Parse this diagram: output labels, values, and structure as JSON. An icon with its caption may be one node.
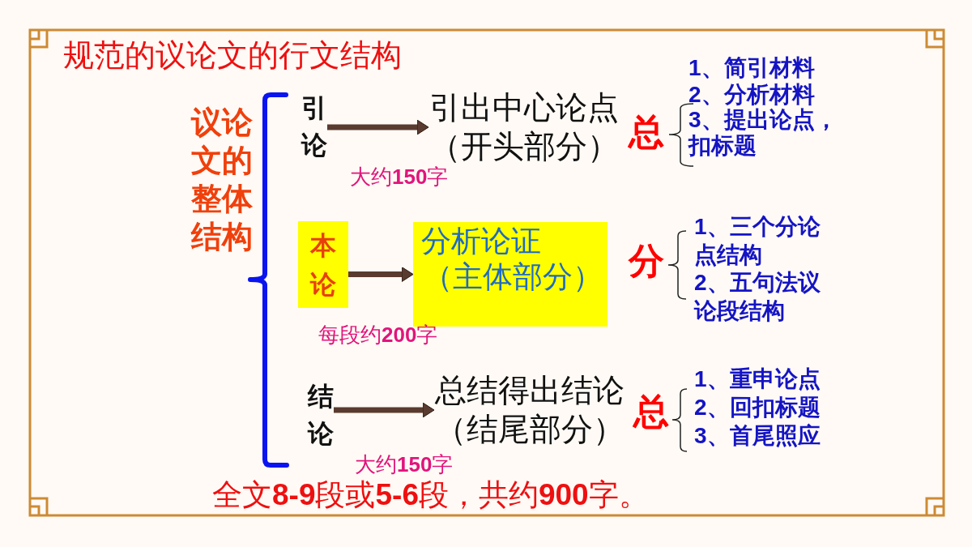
{
  "diagram": {
    "title": "规范的议论文的行文结构",
    "caption": "全文**8-9**段或**5-6**段，共约**900**字。",
    "nodes": [
      {
        "text": [
          "引论"
        ]
      },
      {
        "text": [
          "引出中心论点",
          "（开头部分）"
        ]
      },
      {
        "text": [
          "本论"
        ]
      },
      {
        "text": [
          "分析论证",
          "（主体部分）"
        ]
      },
      {
        "text": [
          "结论"
        ]
      },
      {
        "text": [
          "总结得出结论",
          "（结尾部分）"
        ]
      }
    ],
    "edges": [
      {
        "from": 0,
        "to": 1,
        "arrow": "to"
      },
      {
        "from": 2,
        "to": 3,
        "arrow": "to"
      },
      {
        "from": 4,
        "to": 5,
        "arrow": "to"
      }
    ],
    "labels": [
      "议论文的整体结构",
      "1、简引材料",
      "2、分析材料",
      "3、提出论点，扣标题",
      "总",
      "大约**150**字",
      "分",
      "1、三个分论点结构",
      "2、五句法议论段结构",
      "每段约**200**字",
      "1、重申论点",
      "总",
      "2、回扣标题",
      "3、首尾照应",
      "大约**150**字"
    ]
  }
}
